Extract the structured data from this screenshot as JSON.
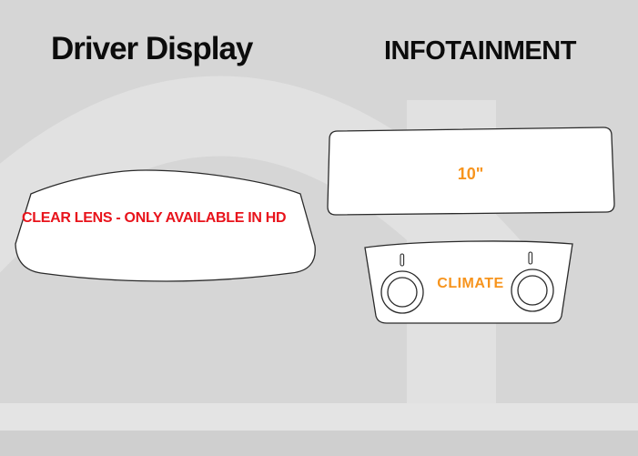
{
  "header": {
    "left_title": "Driver Display",
    "right_title": "INFOTAINMENT"
  },
  "driver_display": {
    "lens_label": "CLEAR LENS - ONLY AVAILABLE IN HD"
  },
  "infotainment": {
    "screen_size_label": "10\"",
    "climate_label": "CLIMATE"
  },
  "colors": {
    "warning_red": "#e8131b",
    "accent_orange": "#f7941d",
    "background_gray": "#d6d6d6",
    "watermark_gray": "#e1e1e1",
    "shape_fill": "#ffffff",
    "outline": "#2b2b2b"
  }
}
